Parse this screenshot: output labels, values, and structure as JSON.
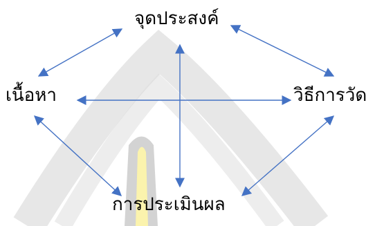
{
  "diagram": {
    "nodes": {
      "top": "จุดประสงค์",
      "left": "เนื้อหา",
      "right": "วิธีการวัด",
      "bottom": "การประเมินผล"
    },
    "arrow_color": "#4472c4"
  }
}
